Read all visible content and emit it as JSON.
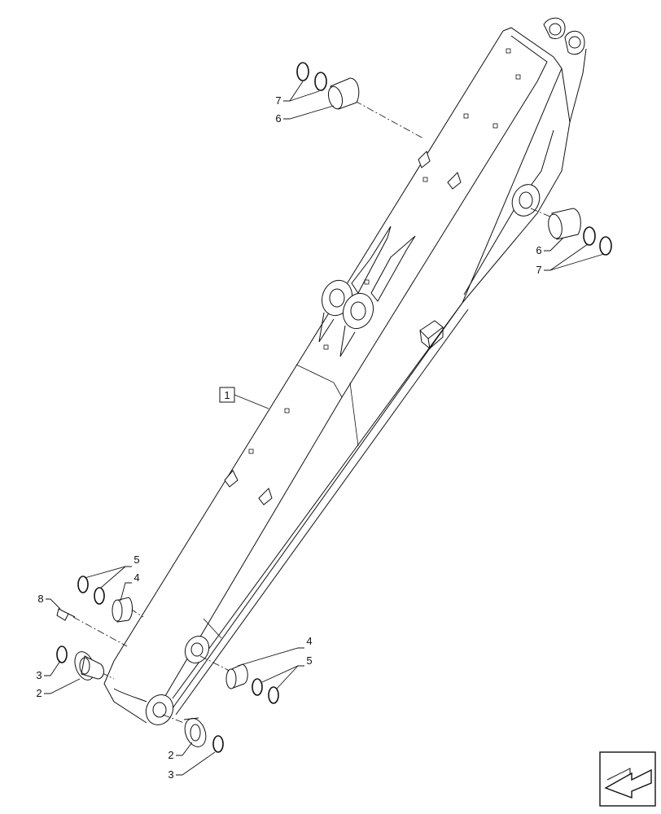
{
  "callouts": {
    "boom": "1",
    "flange_bushing": "2",
    "ring": "3",
    "bushing": "4",
    "shim": "5",
    "bushing_top": "6",
    "shim_top": "7",
    "grease_fitting": "8"
  },
  "icons": {
    "orientation": "arrow-icon"
  }
}
